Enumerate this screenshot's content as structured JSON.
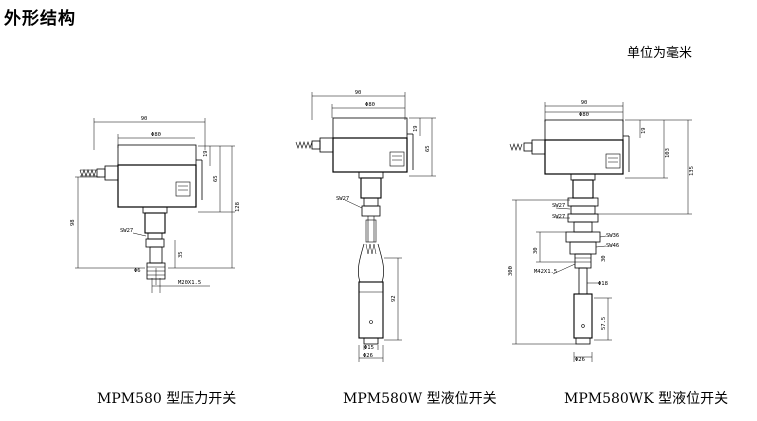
{
  "page": {
    "title": "外形结构",
    "unit_note": "单位为毫米"
  },
  "figures": [
    {
      "caption": "MPM580 型压力开关",
      "dims": {
        "overall_width": "90",
        "body_width": "Φ80",
        "sw": "SW27",
        "thread": "M20X1.5",
        "diameter": "Φ6",
        "height_a": "19",
        "height_b": "65",
        "height_c": "128",
        "height_d": "98",
        "height_e": "35"
      }
    },
    {
      "caption": "MPM580W 型液位开关",
      "dims": {
        "overall_width": "90",
        "body_width": "Φ80",
        "sw": "SW27",
        "height_a": "19",
        "height_b": "65",
        "probe_length": "92",
        "probe_inner": "Φ15",
        "probe_outer": "Φ26"
      }
    },
    {
      "caption": "MPM580WK 型液位开关",
      "dims": {
        "overall_width": "90",
        "body_width": "Φ80",
        "sw1": "SW27",
        "sw2": "SW27",
        "sw3": "SW36",
        "sw4": "SW46",
        "thread": "M42X1.5",
        "pipe_diameter": "Φ18",
        "probe_diameter": "Φ26",
        "height_a": "19",
        "height_b": "103",
        "height_c": "135",
        "height_d": "30",
        "height_e": "30",
        "height_f": "300",
        "probe_length": "57.5"
      }
    }
  ]
}
